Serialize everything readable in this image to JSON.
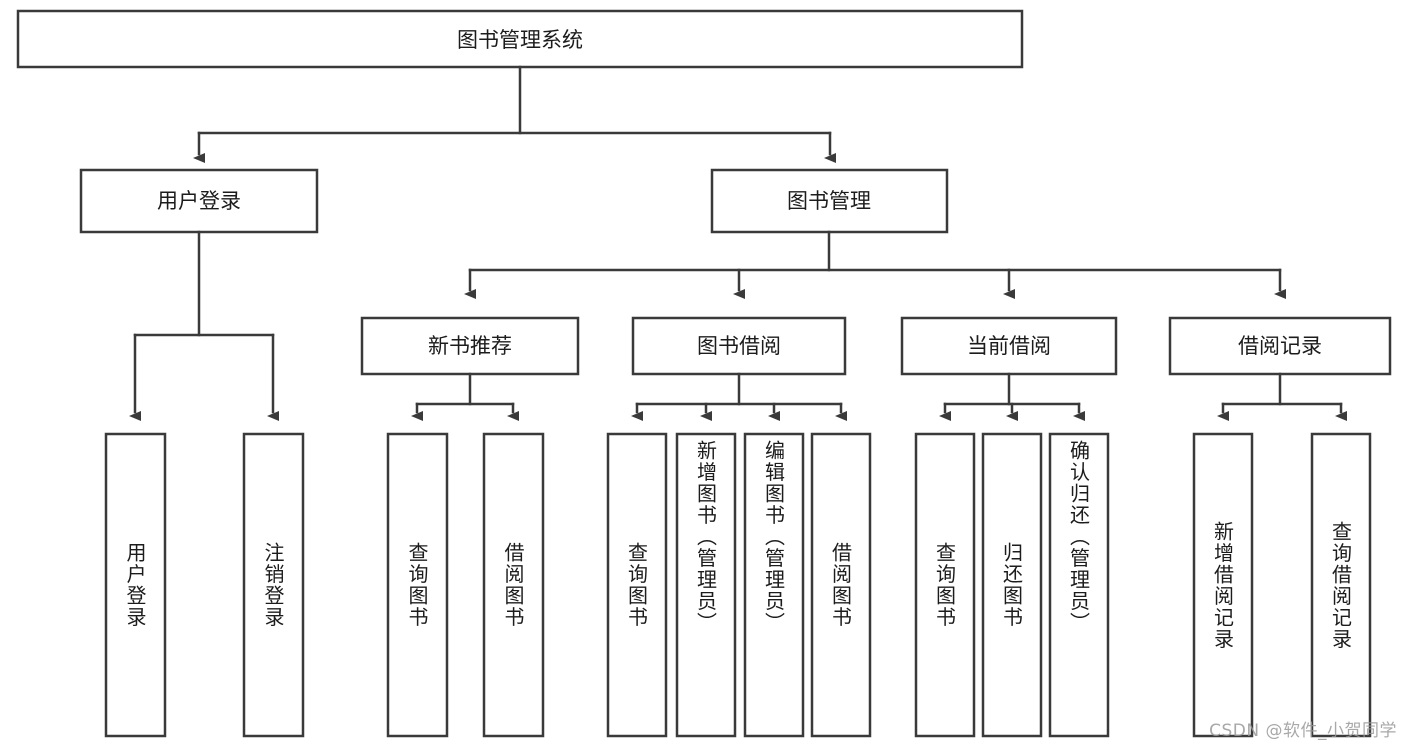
{
  "diagram": {
    "title": "图书管理系统",
    "type": "tree-hierarchy-functional-structure",
    "orientation": "top-down",
    "colors": {
      "box_stroke": "#3a3a3a",
      "box_fill": "#ffffff",
      "connector": "#3a3a3a",
      "text": "#1c1c1c",
      "watermark": "#9a9a9a",
      "background": "#ffffff"
    }
  },
  "root": {
    "label": "图书管理系统"
  },
  "level2": [
    {
      "label": "用户登录"
    },
    {
      "label": "图书管理"
    }
  ],
  "level3": [
    {
      "label": "新书推荐"
    },
    {
      "label": "图书借阅"
    },
    {
      "label": "当前借阅"
    },
    {
      "label": "借阅记录"
    }
  ],
  "leaves": {
    "user_login": [
      {
        "label": "用户登录"
      },
      {
        "label": "注销登录"
      }
    ],
    "new_book_recommend": [
      {
        "label": "查询图书"
      },
      {
        "label": "借阅图书"
      }
    ],
    "book_borrow": [
      {
        "label": "查询图书"
      },
      {
        "label": "新增图书（管理员）"
      },
      {
        "label": "编辑图书（管理员）"
      },
      {
        "label": "借阅图书"
      }
    ],
    "current_borrow": [
      {
        "label": "查询图书"
      },
      {
        "label": "归还图书"
      },
      {
        "label": "确认归还（管理员）"
      }
    ],
    "borrow_record": [
      {
        "label": "新增借阅记录"
      },
      {
        "label": "查询借阅记录"
      }
    ]
  },
  "watermark": {
    "text": "CSDN @软件_小贺同学"
  }
}
